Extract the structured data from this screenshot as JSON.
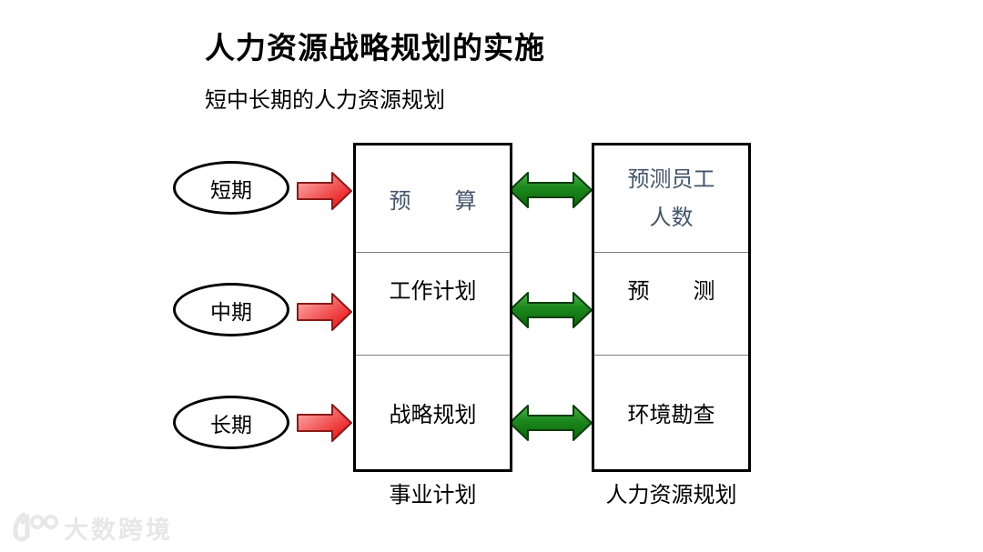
{
  "title": "人力资源战略规划的实施",
  "subtitle": "短中长期的人力资源规划",
  "terms": [
    {
      "label": "短期"
    },
    {
      "label": "中期"
    },
    {
      "label": "长期"
    }
  ],
  "business_plan": {
    "rows": [
      {
        "label": "预　　算",
        "color": "#44546a"
      },
      {
        "label": "工作计划",
        "color": "#000000"
      },
      {
        "label": "战略规划",
        "color": "#000000"
      }
    ],
    "caption": "事业计划"
  },
  "hr_plan": {
    "rows": [
      {
        "label": "预测员工\n人数",
        "color": "#44546a"
      },
      {
        "label": "预　　测",
        "color": "#000000"
      },
      {
        "label": "环境勘查",
        "color": "#000000"
      }
    ],
    "caption": "人力资源规划"
  },
  "watermark": {
    "text": "大数跨境"
  },
  "icons": [
    {
      "name": "red-arrow-icon",
      "meaning": "one-way flow from term to business plan"
    },
    {
      "name": "green-double-arrow-icon",
      "meaning": "two-way link between business plan and HR plan"
    }
  ],
  "colors": {
    "accent_text": "#44546a",
    "red_arrow_start": "#ffb9b9",
    "red_arrow_end": "#e60000",
    "red_arrow_border": "#8b1a1a",
    "green_arrow_start": "#55b255",
    "green_arrow_end": "#0a640a",
    "green_arrow_border": "#0e3d0e",
    "box_border": "#000000",
    "divider": "#808080",
    "watermark": "#e7e7e7"
  }
}
